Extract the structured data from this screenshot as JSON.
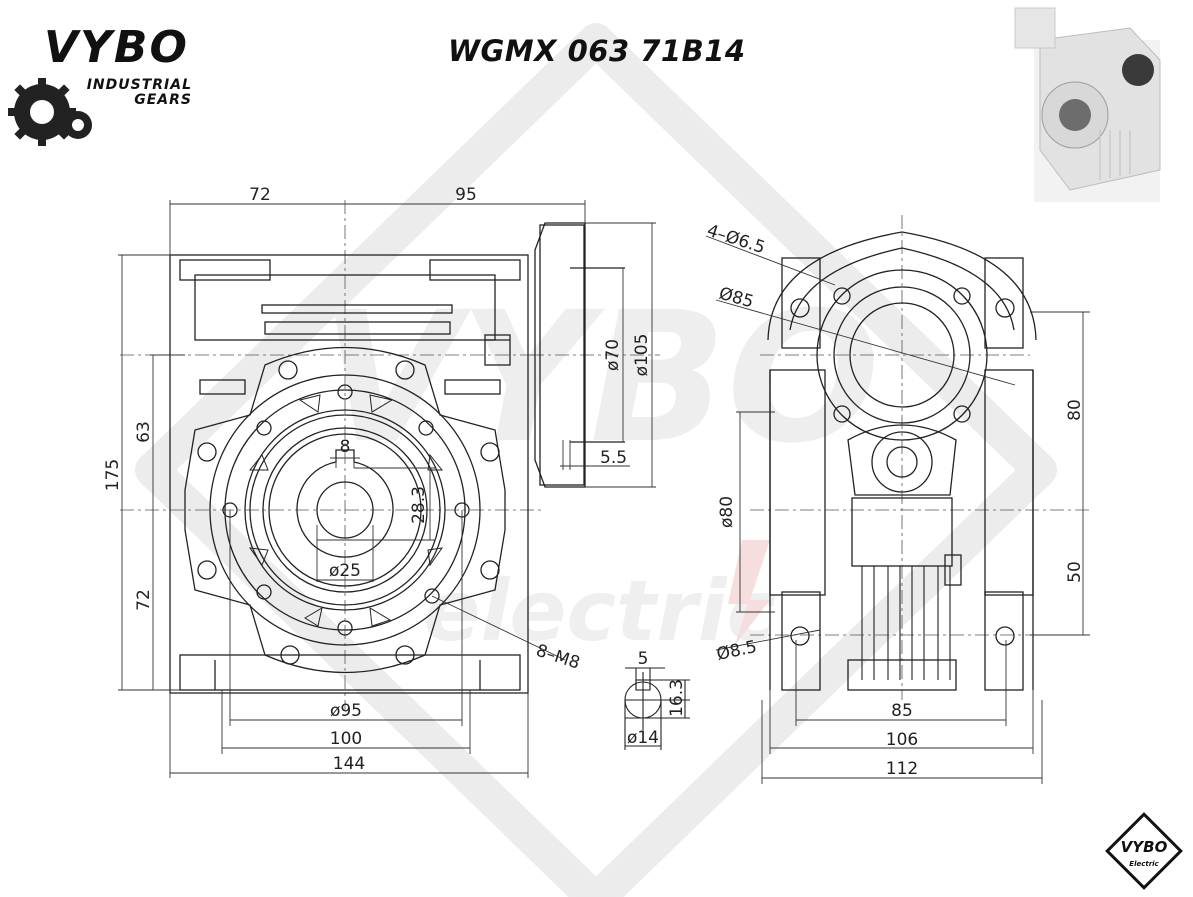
{
  "header": {
    "brand_mark": "VYBO",
    "brand_line1": "INDUSTRIAL",
    "brand_line2": "GEARS",
    "title": "WGMX 063 71B14"
  },
  "watermark": {
    "word": "VYBO",
    "tagline": "electric"
  },
  "corner_logo": {
    "mark": "VYBO",
    "sub": "Electric"
  },
  "dimensions": {
    "top_left_width": "72",
    "top_right_width": "95",
    "overall_height": "175",
    "upper_height": "63",
    "lower_height": "72",
    "flange_pitch": "ø70",
    "flange_outer": "ø105",
    "flange_offset": "5.5",
    "keyway_width": "8",
    "keyway_depth": "28.3",
    "bore": "ø25",
    "tapped_holes": "8–M8",
    "bolt_circle": "ø95",
    "base_inner": "100",
    "base_overall": "144",
    "input_key": "5",
    "input_key_depth": "16.3",
    "input_bore": "ø14",
    "mount_holes": "4–Ø6.5",
    "mount_circle": "Ø85",
    "foot_hole": "Ø8.5",
    "side_bore": "ø80",
    "side_upper": "80",
    "side_lower": "50",
    "side_foot_pitch": "85",
    "side_inner": "106",
    "side_overall": "112"
  },
  "colors": {
    "line": "#222222",
    "dim": "#333333",
    "watermark_grey": "#e9e9e9",
    "watermark_red": "#f3d2d2",
    "ink": "#111111"
  }
}
